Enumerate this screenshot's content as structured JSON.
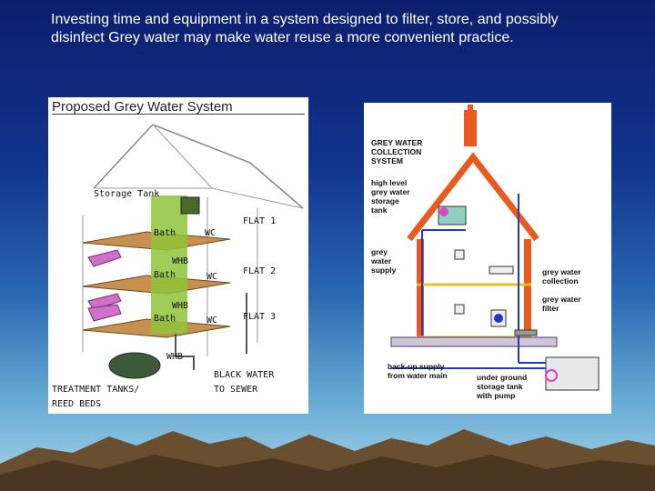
{
  "caption": "Investing time and equipment in a system designed to filter, store, and possibly disinfect Grey water may make water reuse a more convenient practice.",
  "left_figure": {
    "title": "Proposed Grey Water System",
    "storage_tank": "Storage Tank",
    "bath_1": "Bath",
    "bath_2": "Bath",
    "bath_3": "Bath",
    "wc_1": "WC",
    "wc_2": "WC",
    "wc_3": "WC",
    "whb_1": "WHB",
    "whb_2": "WHB",
    "whb_3": "WHB",
    "flat_1": "FLAT 1",
    "flat_2": "FLAT 2",
    "flat_3": "FLAT 3",
    "treatment_line1": "TREATMENT TANKS/",
    "treatment_line2": "REED BEDS",
    "black_line1": "BLACK WATER",
    "black_line2": "TO SEWER"
  },
  "right_figure": {
    "system_line1": "GREY WATER",
    "system_line2": "COLLECTION",
    "system_line3": "SYSTEM",
    "high_line1": "high level",
    "high_line2": "grey water",
    "high_line3": "storage",
    "high_line4": "tank",
    "supply_line1": "grey",
    "supply_line2": "water",
    "supply_line3": "supply",
    "collection_line1": "grey water",
    "collection_line2": "collection",
    "filter_line1": "grey water",
    "filter_line2": "filter",
    "backup_line1": "back-up supply",
    "backup_line2": "from water main",
    "ug_line1": "under ground",
    "ug_line2": "storage tank",
    "ug_line3": "with pump"
  },
  "colors": {
    "floor": "#c8904e",
    "pipe_green": "#8fc43a",
    "pipe_blue": "#2038c8",
    "pipe_yellow": "#e8c020",
    "wall_red": "#e85a1e",
    "pump_magenta": "#e040c8"
  }
}
